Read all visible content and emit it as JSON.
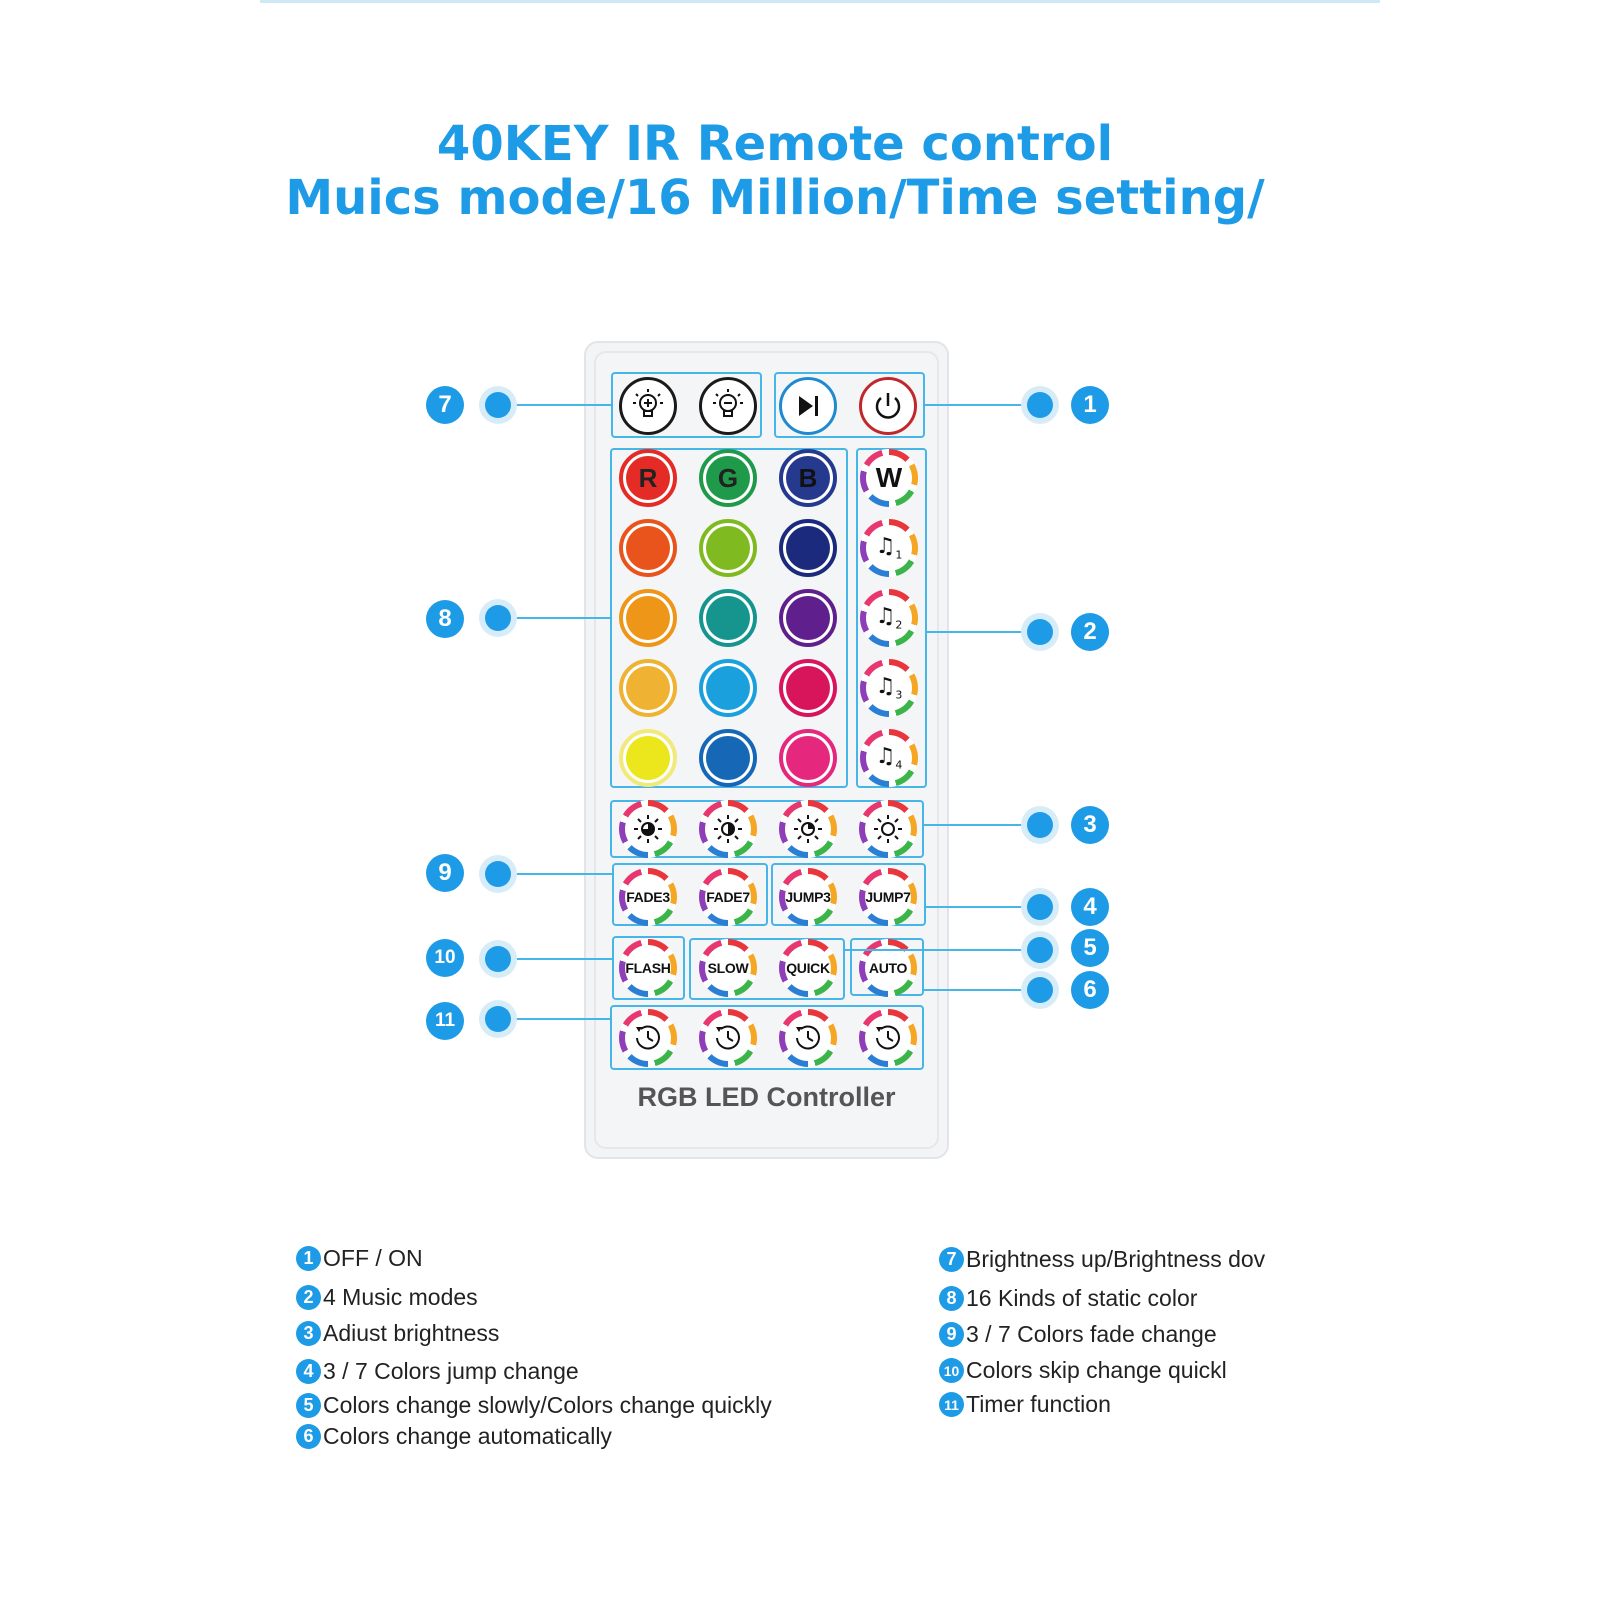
{
  "header": {
    "title_line1": "40KEY IR Remote control",
    "title_line2": "Muics mode/16 Million/Time setting/"
  },
  "remote": {
    "brand": "RGB LED Controller",
    "letters": {
      "r": "R",
      "g": "G",
      "b": "B",
      "w": "W"
    },
    "music_sub": [
      "1",
      "2",
      "3",
      "4"
    ],
    "mode_labels": {
      "fade3": "FADE3",
      "fade7": "FADE7",
      "jump3": "JUMP3",
      "jump7": "JUMP7",
      "flash": "FLASH",
      "slow": "SLOW",
      "quick": "QUICK",
      "auto": "AUTO"
    },
    "colors": {
      "red": "#e42b25",
      "green": "#1f9a4a",
      "blue": "#253a8e",
      "row2": [
        "#e8541c",
        "#7fba20",
        "#1b2a7d"
      ],
      "row3": [
        "#ee9618",
        "#15958e",
        "#5f1f8c"
      ],
      "row4": [
        "#efb232",
        "#1aa0dc",
        "#d8145a"
      ],
      "row5": [
        "#ece61c",
        "#1667b6",
        "#e5287d"
      ]
    }
  },
  "callouts": {
    "c1": "1",
    "c2": "2",
    "c3": "3",
    "c4": "4",
    "c5": "5",
    "c6": "6",
    "c7": "7",
    "c8": "8",
    "c9": "9",
    "c10": "10",
    "c11": "11"
  },
  "legend": [
    {
      "num": "1",
      "text": "OFF / ON"
    },
    {
      "num": "2",
      "text": "4 Music modes"
    },
    {
      "num": "3",
      "text": "Adiust brightness"
    },
    {
      "num": "4",
      "text": "3 / 7 Colors jump change"
    },
    {
      "num": "5",
      "text": "Colors change slowly/Colors change quickly"
    },
    {
      "num": "6",
      "text": "Colors change automatically"
    },
    {
      "num": "7",
      "text": "Brightness up/Brightness dov"
    },
    {
      "num": "8",
      "text": "16 Kinds of static color"
    },
    {
      "num": "9",
      "text": "3 / 7 Colors fade change"
    },
    {
      "num": "10",
      "text": "Colors skip change quickl"
    },
    {
      "num": "11",
      "text": "Timer function"
    }
  ],
  "accent_color": "#1e9be6"
}
